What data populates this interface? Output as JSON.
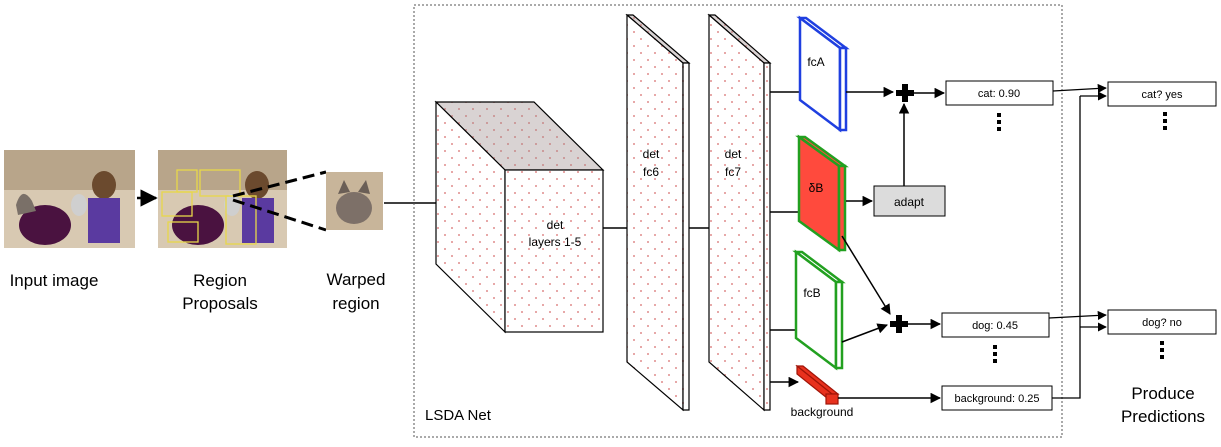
{
  "inputs": {
    "input_image": "Input image",
    "region_proposals_line1": "Region",
    "region_proposals_line2": "Proposals",
    "warped_line1": "Warped",
    "warped_line2": "region"
  },
  "net": {
    "name": "LSDA Net",
    "layers_line1": "det",
    "layers_line2": "layers 1-5",
    "fc6_line1": "det",
    "fc6_line2": "fc6",
    "fc7_line1": "det",
    "fc7_line2": "fc7",
    "fcA": "fcA",
    "deltaB": "δB",
    "fcB": "fcB",
    "background": "background",
    "adapt": "adapt"
  },
  "scores": {
    "cat": "cat: 0.90",
    "dog": "dog: 0.45",
    "background": "background: 0.25"
  },
  "predictions": {
    "cat": "cat? yes",
    "dog": "dog? no",
    "label_line1": "Produce",
    "label_line2": "Predictions"
  },
  "colors": {
    "fcA_stroke": "#1f3fe0",
    "fcB_stroke": "#22a020",
    "delta_fill": "#ff4a3d",
    "delta_stroke": "#22a020",
    "bg_fill": "#e8311e",
    "dot": "#e08c8c",
    "box_gray": "#dcdcdc"
  }
}
